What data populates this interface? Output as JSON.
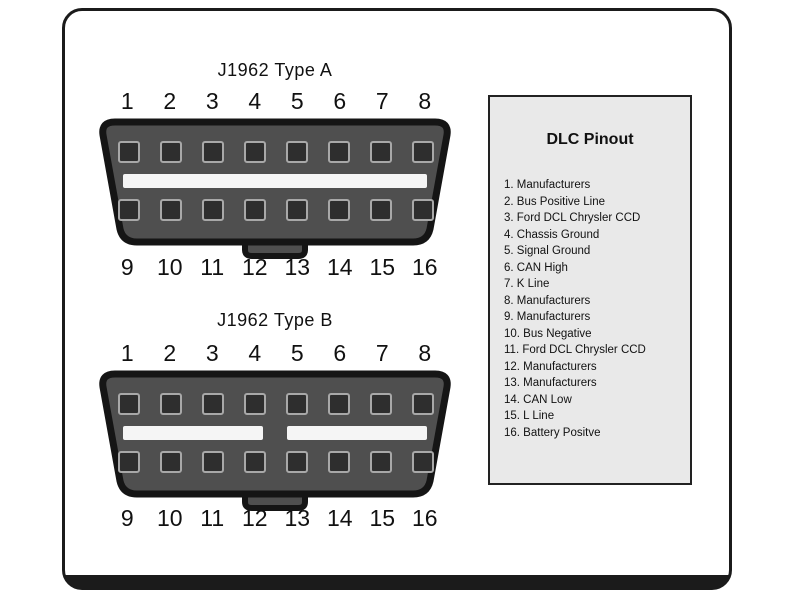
{
  "connector_a": {
    "title": "J1962 Type A",
    "top_pins": [
      "1",
      "2",
      "3",
      "4",
      "5",
      "6",
      "7",
      "8"
    ],
    "bottom_pins": [
      "9",
      "10",
      "11",
      "12",
      "13",
      "14",
      "15",
      "16"
    ]
  },
  "connector_b": {
    "title": "J1962 Type B",
    "top_pins": [
      "1",
      "2",
      "3",
      "4",
      "5",
      "6",
      "7",
      "8"
    ],
    "bottom_pins": [
      "9",
      "10",
      "11",
      "12",
      "13",
      "14",
      "15",
      "16"
    ]
  },
  "legend": {
    "title": "DLC Pinout",
    "items": [
      "1. Manufacturers",
      "2. Bus Positive Line",
      "3. Ford DCL Chrysler CCD",
      "4. Chassis Ground",
      "5. Signal Ground",
      "6. CAN High",
      "7. K Line",
      "8. Manufacturers",
      "9. Manufacturers",
      "10. Bus Negative",
      "11. Ford DCL Chrysler CCD",
      "12. Manufacturers",
      "13. Manufacturers",
      "14. CAN Low",
      "15. L Line",
      "16. Battery Positve"
    ]
  },
  "colors": {
    "connector_body": "#4f4f4f",
    "connector_outline": "#151515",
    "pin_fill": "#2e2e2e",
    "pin_stroke": "#a8a8a8",
    "key_bar": "#f5f5f5",
    "legend_bg": "#e9e9e9",
    "frame_border": "#1b1b1b"
  }
}
